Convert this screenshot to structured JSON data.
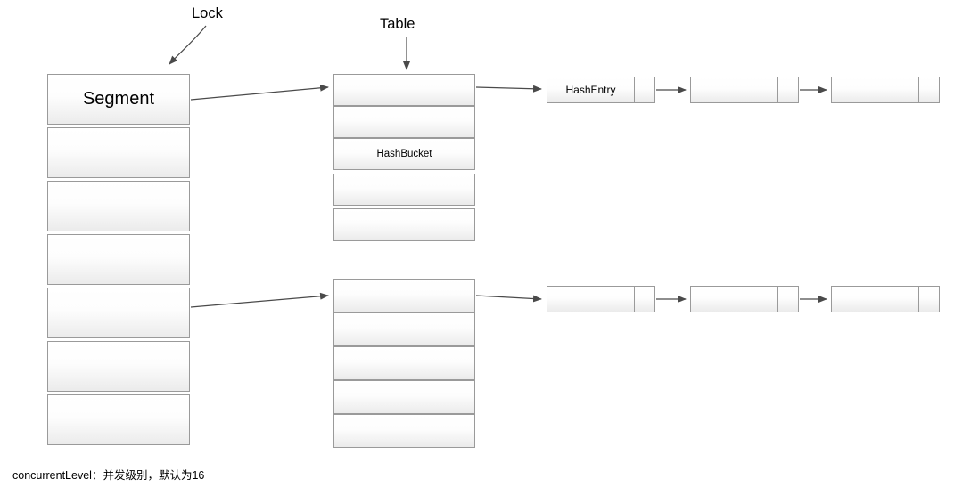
{
  "diagram": {
    "labels": {
      "lock": "Lock",
      "table": "Table"
    },
    "segment": {
      "title": "Segment",
      "cells": [
        "Segment",
        "",
        "",
        "",
        "",
        "",
        ""
      ]
    },
    "table_top": {
      "cells": [
        "",
        "",
        "HashBucket",
        "",
        ""
      ]
    },
    "table_bottom": {
      "cells": [
        "",
        "",
        "",
        "",
        ""
      ]
    },
    "entries_top": [
      {
        "text": "HashEntry"
      },
      {
        "text": ""
      },
      {
        "text": ""
      }
    ],
    "entries_bottom": [
      {
        "text": ""
      },
      {
        "text": ""
      },
      {
        "text": ""
      }
    ],
    "caption": "concurrentLevel：并发级别，默认为16",
    "colors": {
      "stroke": "#9a9a9a",
      "arrow": "#4a4a4a",
      "fill_top": "#ffffff",
      "fill_bottom": "#ebebeb",
      "text": "#000000"
    }
  }
}
